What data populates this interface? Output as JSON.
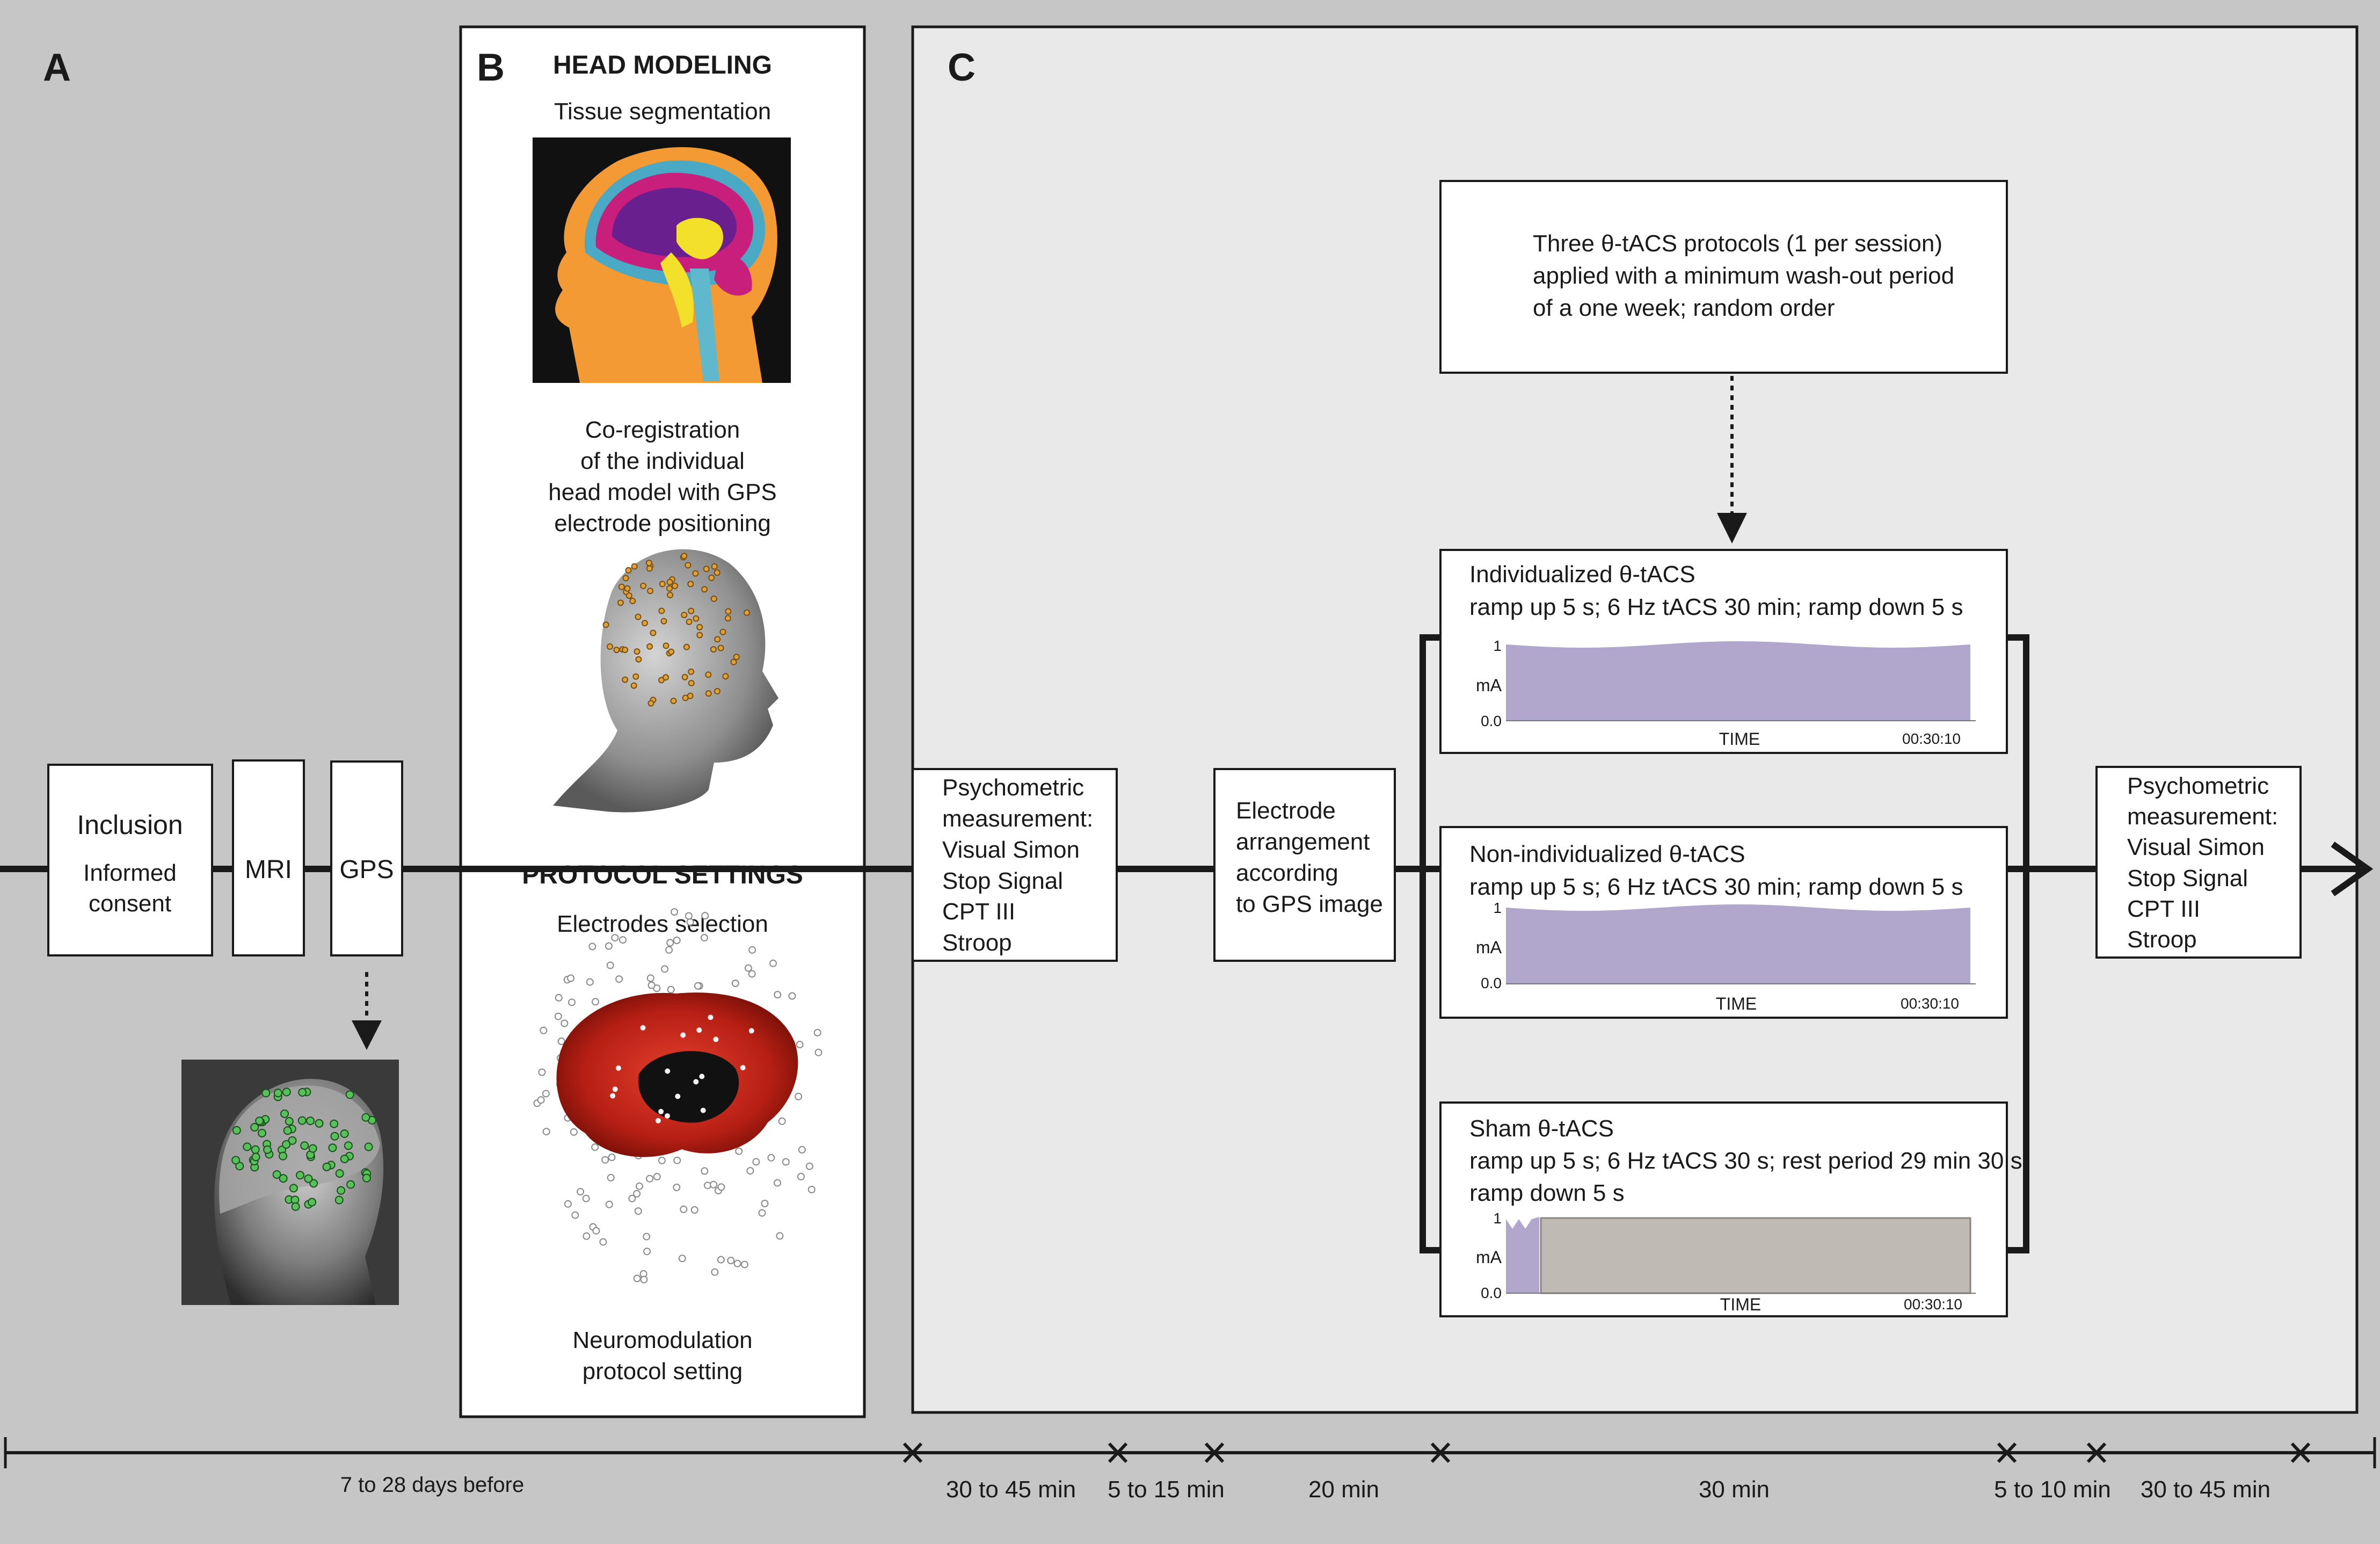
{
  "panels": {
    "a": {
      "letter": "A"
    },
    "b": {
      "letter": "B",
      "head_modeling": "HEAD MODELING",
      "tissue_segmentation": "Tissue segmentation",
      "coregistration": [
        "Co-registration",
        "of the individual",
        "head model with GPS",
        "electrode positioning"
      ],
      "protocol_settings": "PROTOCOL SETTINGS",
      "electrodes_selection": "Electrodes selection",
      "neuromodulation": [
        "Neuromodulation",
        "protocol setting"
      ]
    },
    "c": {
      "letter": "C"
    }
  },
  "steps": {
    "inclusion": {
      "title": "Inclusion",
      "sub": [
        "Informed",
        "consent"
      ]
    },
    "mri": "MRI",
    "gps": "GPS",
    "psychometric_pre": [
      "Psychometric",
      "measurement:",
      "Visual Simon",
      "Stop Signal",
      "CPT III",
      "Stroop"
    ],
    "electrode": [
      "Electrode",
      "arrangement",
      "according",
      "to GPS image"
    ],
    "protocols_note": [
      "Three θ-tACS protocols (1 per session)",
      "applied with a minimum wash-out period",
      "of a one week; random order"
    ],
    "psychometric_post": [
      "Psychometric",
      "measurement:",
      "Visual Simon",
      "Stop Signal",
      "CPT III",
      "Stroop"
    ]
  },
  "protocols": [
    {
      "lines": [
        "Individualized θ-tACS",
        "ramp up 5 s; 6 Hz tACS 30 min; ramp down 5 s"
      ],
      "y_max": "1",
      "y_unit": "mA",
      "y_min": "0.0",
      "x_label": "TIME",
      "end_time": "00:30:10",
      "waveform": "full"
    },
    {
      "lines": [
        "Non-individualized θ-tACS",
        "ramp up 5 s; 6 Hz tACS 30 min; ramp down 5 s"
      ],
      "y_max": "1",
      "y_unit": "mA",
      "y_min": "0.0",
      "x_label": "TIME",
      "end_time": "00:30:10",
      "waveform": "full"
    },
    {
      "lines": [
        "Sham θ-tACS",
        "ramp up 5 s; 6 Hz tACS 30 s; rest period 29 min 30 s;",
        "ramp down 5 s"
      ],
      "y_max": "1",
      "y_unit": "mA",
      "y_min": "0.0",
      "x_label": "TIME",
      "end_time": "00:30:10",
      "waveform": "sham"
    }
  ],
  "timeline": [
    "7 to 28 days before",
    "30 to 45 min",
    "5 to 15 min",
    "20 min",
    "30 min",
    "5 to 10 min",
    "30 to 45 min"
  ],
  "colors": {
    "background": "#c6c6c6",
    "panel_c": "#e9e9e9",
    "stimulation": "#b1a7cd",
    "sham_rest": "#bfbab4",
    "ink": "#1a1a1a"
  }
}
